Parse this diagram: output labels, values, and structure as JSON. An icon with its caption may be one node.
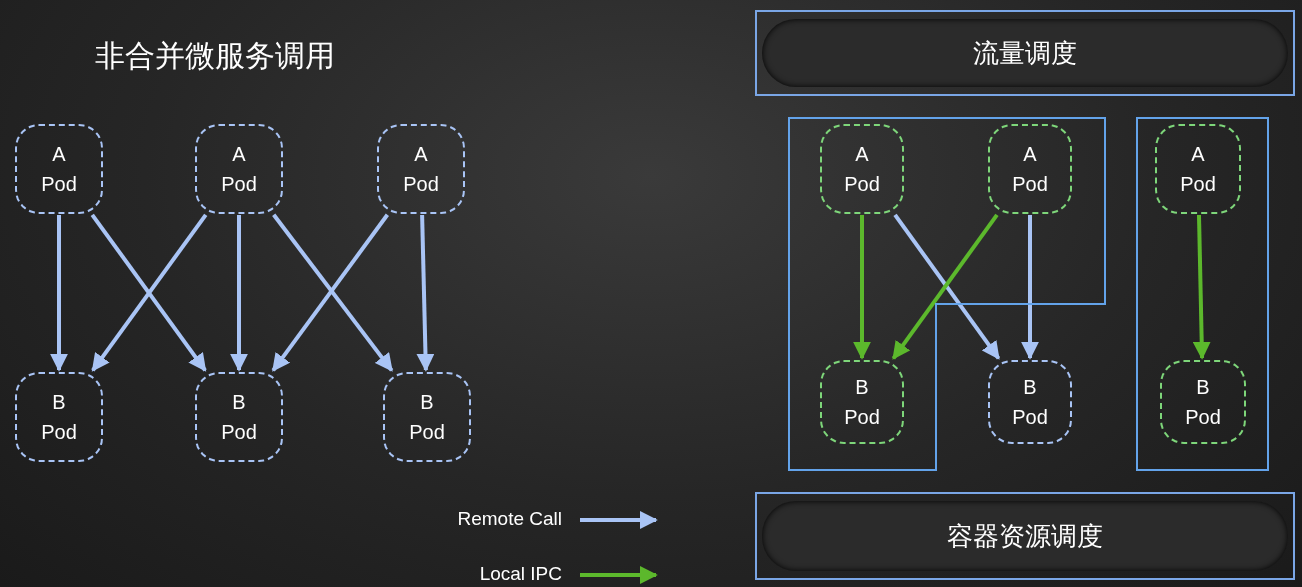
{
  "diagram": {
    "title": "非合并微服务调用",
    "nodes": [
      {
        "text": [
          "A Pod"
        ]
      },
      {
        "text": [
          "A Pod"
        ]
      },
      {
        "text": [
          "A Pod"
        ]
      },
      {
        "text": [
          "B Pod"
        ]
      },
      {
        "text": [
          "B Pod"
        ]
      },
      {
        "text": [
          "B Pod"
        ]
      },
      {
        "text": [
          "流量调度"
        ]
      },
      {
        "text": [],
        "shape": "box"
      },
      {
        "text": [
          "A Pod"
        ],
        "in": 7
      },
      {
        "text": [
          "A Pod"
        ],
        "in": 7
      },
      {
        "text": [
          "B Pod"
        ],
        "in": 7
      },
      {
        "text": [
          "B Pod"
        ]
      },
      {
        "text": [],
        "shape": "box"
      },
      {
        "text": [
          "A Pod"
        ],
        "in": 12
      },
      {
        "text": [
          "B Pod"
        ],
        "in": 12
      },
      {
        "text": [
          "容器资源调度"
        ]
      }
    ],
    "edges": [
      {
        "from": 0,
        "to": 3,
        "arrow": "to"
      },
      {
        "from": 0,
        "to": 4,
        "arrow": "to"
      },
      {
        "from": 1,
        "to": 3,
        "arrow": "to"
      },
      {
        "from": 1,
        "to": 4,
        "arrow": "to"
      },
      {
        "from": 1,
        "to": 5,
        "arrow": "to"
      },
      {
        "from": 2,
        "to": 4,
        "arrow": "to"
      },
      {
        "from": 2,
        "to": 5,
        "arrow": "to"
      },
      {
        "from": 8,
        "to": 10,
        "arrow": "to",
        "color": "#5cb82c"
      },
      {
        "from": 8,
        "to": 11,
        "arrow": "to"
      },
      {
        "from": 9,
        "to": 10,
        "arrow": "to",
        "color": "#5cb82c"
      },
      {
        "from": 9,
        "to": 11,
        "arrow": "to"
      },
      {
        "from": 13,
        "to": 14,
        "arrow": "to",
        "color": "#5cb82c"
      }
    ],
    "legend": [
      {
        "text": "Remote Call"
      },
      {
        "text": "Local IPC"
      }
    ]
  }
}
